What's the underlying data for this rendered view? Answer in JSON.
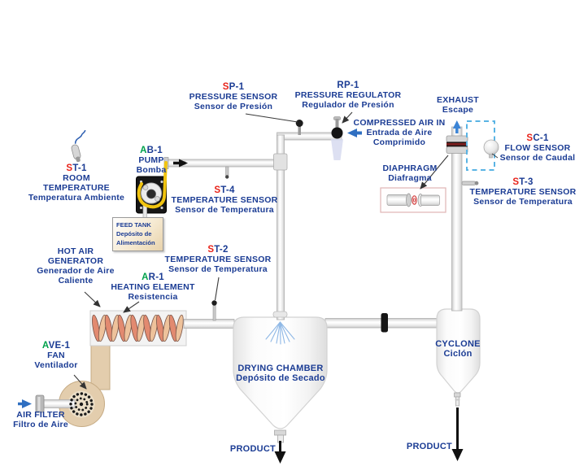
{
  "colors": {
    "label_blue": "#1b3c94",
    "sensor_red": "#e8231a",
    "actuator_green": "#00a14b",
    "pipe_gray": "#ededed",
    "duct_tan": "#e3cdad",
    "pump_tube_yellow": "#f1c40f",
    "flow_sensor_dashed_cyan": "#5ab4e4",
    "air_arrow_blue": "#2f6fc1",
    "product_arrow_black": "#111111"
  },
  "components": {
    "st1": {
      "code_prefix": "S",
      "code_rest": "T-1",
      "en1": "ROOM",
      "en2": "TEMPERATURE",
      "es1": "Temperatura Ambiente"
    },
    "ab1": {
      "code_prefix": "A",
      "code_rest": "B-1",
      "en1": "PUMP",
      "es1": "Bomba"
    },
    "feed_tank": {
      "en1": "FEED TANK",
      "es1": "Depósito de",
      "es2": "Alimentación"
    },
    "sp1": {
      "code_prefix": "S",
      "code_rest": "P-1",
      "en1": "PRESSURE SENSOR",
      "es1": "Sensor de Presión"
    },
    "rp1": {
      "code_prefix": "",
      "code_rest": "RP-1",
      "en1": "PRESSURE REGULATOR",
      "es1": "Regulador de Presión"
    },
    "compressed_air": {
      "en1": "COMPRESSED AIR IN",
      "es1": "Entrada de Aire",
      "es2": "Comprimido"
    },
    "st4": {
      "code_prefix": "S",
      "code_rest": "T-4",
      "en1": "TEMPERATURE SENSOR",
      "es1": "Sensor de Temperatura"
    },
    "st2": {
      "code_prefix": "S",
      "code_rest": "T-2",
      "en1": "TEMPERATURE SENSOR",
      "es1": "Sensor de Temperatura"
    },
    "st3": {
      "code_prefix": "S",
      "code_rest": "T-3",
      "en1": "TEMPERATURE SENSOR",
      "es1": "Sensor de Temperatura"
    },
    "sc1": {
      "code_prefix": "S",
      "code_rest": "C-1",
      "en1": "FLOW SENSOR",
      "es1": "Sensor de Caudal"
    },
    "exhaust": {
      "en1": "EXHAUST",
      "es1": "Escape"
    },
    "diaphragm": {
      "en1": "DIAPHRAGM",
      "es1": "Diafragma"
    },
    "hot_air_generator": {
      "en1": "HOT AIR",
      "en2": "GENERATOR",
      "es1": "Generador de Aire",
      "es2": "Caliente"
    },
    "ar1": {
      "code_prefix": "A",
      "code_rest": "R-1",
      "en1": "HEATING ELEMENT",
      "es1": "Resistencia"
    },
    "ave1": {
      "code_prefix": "A",
      "code_rest": "VE-1",
      "en1": "FAN",
      "es1": "Ventilador"
    },
    "air_filter": {
      "en1": "AIR FILTER",
      "es1": "Filtro de Aire"
    },
    "drying_chamber": {
      "en1": "DRYING CHAMBER",
      "es1": "Depósito de Secado"
    },
    "cyclone": {
      "en1": "CYCLONE",
      "es1": "Ciclón"
    },
    "product_chamber": {
      "en1": "PRODUCT"
    },
    "product_cyclone": {
      "en1": "PRODUCT"
    }
  }
}
